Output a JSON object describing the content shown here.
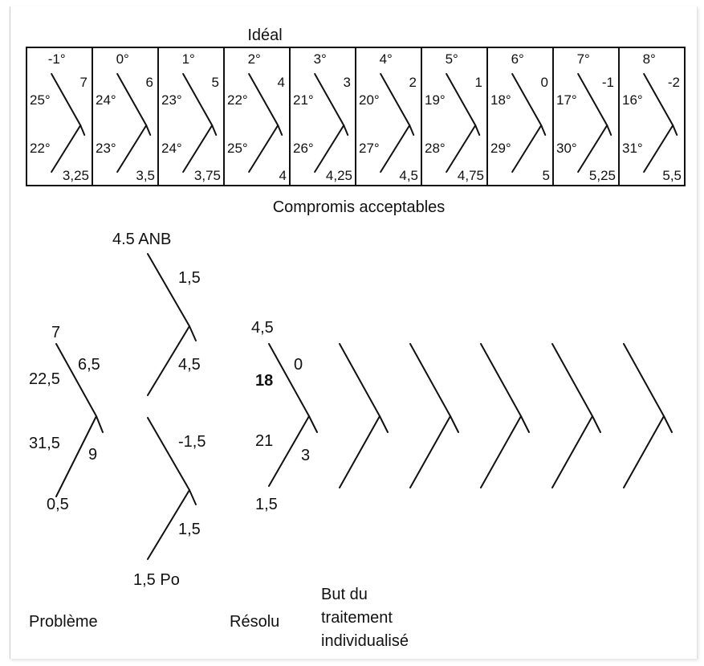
{
  "ideal": {
    "title": "Idéal",
    "cells": [
      {
        "top": "-1°",
        "a": "25°",
        "b": "7",
        "c": "22°",
        "d": "3,25"
      },
      {
        "top": "0°",
        "a": "24°",
        "b": "6",
        "c": "23°",
        "d": "3,5"
      },
      {
        "top": "1°",
        "a": "23°",
        "b": "5",
        "c": "24°",
        "d": "3,75"
      },
      {
        "top": "2°",
        "a": "22°",
        "b": "4",
        "c": "25°",
        "d": "4"
      },
      {
        "top": "3°",
        "a": "21°",
        "b": "3",
        "c": "26°",
        "d": "4,25"
      },
      {
        "top": "4°",
        "a": "20°",
        "b": "2",
        "c": "27°",
        "d": "4,5"
      },
      {
        "top": "5°",
        "a": "19°",
        "b": "1",
        "c": "28°",
        "d": "4,75"
      },
      {
        "top": "6°",
        "a": "18°",
        "b": "0",
        "c": "29°",
        "d": "5"
      },
      {
        "top": "7°",
        "a": "17°",
        "b": "-1",
        "c": "30°",
        "d": "5,25"
      },
      {
        "top": "8°",
        "a": "16°",
        "b": "-2",
        "c": "31°",
        "d": "5,5"
      }
    ]
  },
  "compromise_title": "Compromis acceptables",
  "probleme": {
    "top": "7",
    "a": "22,5",
    "b": "6,5",
    "c": "31,5",
    "e": "9",
    "bottom": "0,5",
    "label": "Problème"
  },
  "middle_upper": {
    "top": "4.5 ANB",
    "b": "1,5",
    "e": "4,5"
  },
  "middle_lower": {
    "b": "-1,5",
    "e": "1,5",
    "bottom": "1,5 Po"
  },
  "resolu": {
    "top": "4,5",
    "a": "18",
    "b": "0",
    "c": "21",
    "e": "3",
    "bottom": "1,5",
    "label": "Résolu"
  },
  "but": {
    "line1": "But du",
    "line2": "traitement",
    "line3": "individualisé"
  }
}
